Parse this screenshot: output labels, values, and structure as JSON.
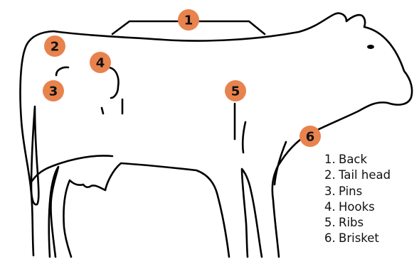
{
  "colors": {
    "outline": "#000000",
    "marker_fill": "#E8834E",
    "text": "#111111"
  },
  "markers": [
    {
      "id": "back",
      "number": "1"
    },
    {
      "id": "tail-head",
      "number": "2"
    },
    {
      "id": "pins",
      "number": "3"
    },
    {
      "id": "hooks",
      "number": "4"
    },
    {
      "id": "ribs",
      "number": "5"
    },
    {
      "id": "brisket",
      "number": "6"
    }
  ],
  "legend": {
    "items": [
      {
        "number": "1.",
        "label": "Back"
      },
      {
        "number": "2.",
        "label": "Tail head"
      },
      {
        "number": "3.",
        "label": "Pins"
      },
      {
        "number": "4.",
        "label": "Hooks"
      },
      {
        "number": "5.",
        "label": "Ribs"
      },
      {
        "number": "6.",
        "label": "Brisket"
      }
    ]
  }
}
